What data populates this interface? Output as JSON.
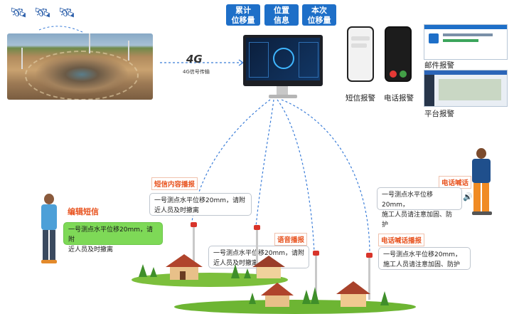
{
  "metrics": [
    {
      "label": "累计\n位移量"
    },
    {
      "label": "位置\n信息"
    },
    {
      "label": "本次\n位移量"
    }
  ],
  "network": {
    "badge": "4G",
    "caption": "4G信号传输"
  },
  "alerts": {
    "sms": "短信报警",
    "call": "电话报警",
    "email": "邮件报警",
    "platform": "平台报警"
  },
  "tags": {
    "edit_sms": "编辑短信",
    "sms_broadcast": "短信内容播报",
    "voice_broadcast": "语音播报",
    "phone_broadcast": "电话喊话播报",
    "phone_shout": "电话喊话"
  },
  "messages": {
    "edit": "一号测点水平位移20mm，请附\n近人员及时撤离",
    "sms_broadcast": "一号测点水平位移20mm，请附\n近人员及时撤离",
    "voice_broadcast": "一号测点水平位移20mm，请附\n近人员及时撤离",
    "phone_broadcast": "一号测点水平位移20mm，\n施工人员请注意加固、防护",
    "phone_shout": "一号测点水平位移20mm，\n施工人员请注意加固、防护"
  },
  "icons": {
    "satellite": "satellite-icon",
    "monitor": "monitor-icon",
    "phone": "phone-icon",
    "email": "email-icon",
    "person": "person-icon",
    "house": "house-icon",
    "siren": "siren-icon",
    "speaker": "speaker-icon"
  },
  "colors": {
    "accent": "#1e6fc8",
    "tag": "#e8531f",
    "green_bubble": "#7ed957",
    "link_line": "#3b7dd8"
  }
}
